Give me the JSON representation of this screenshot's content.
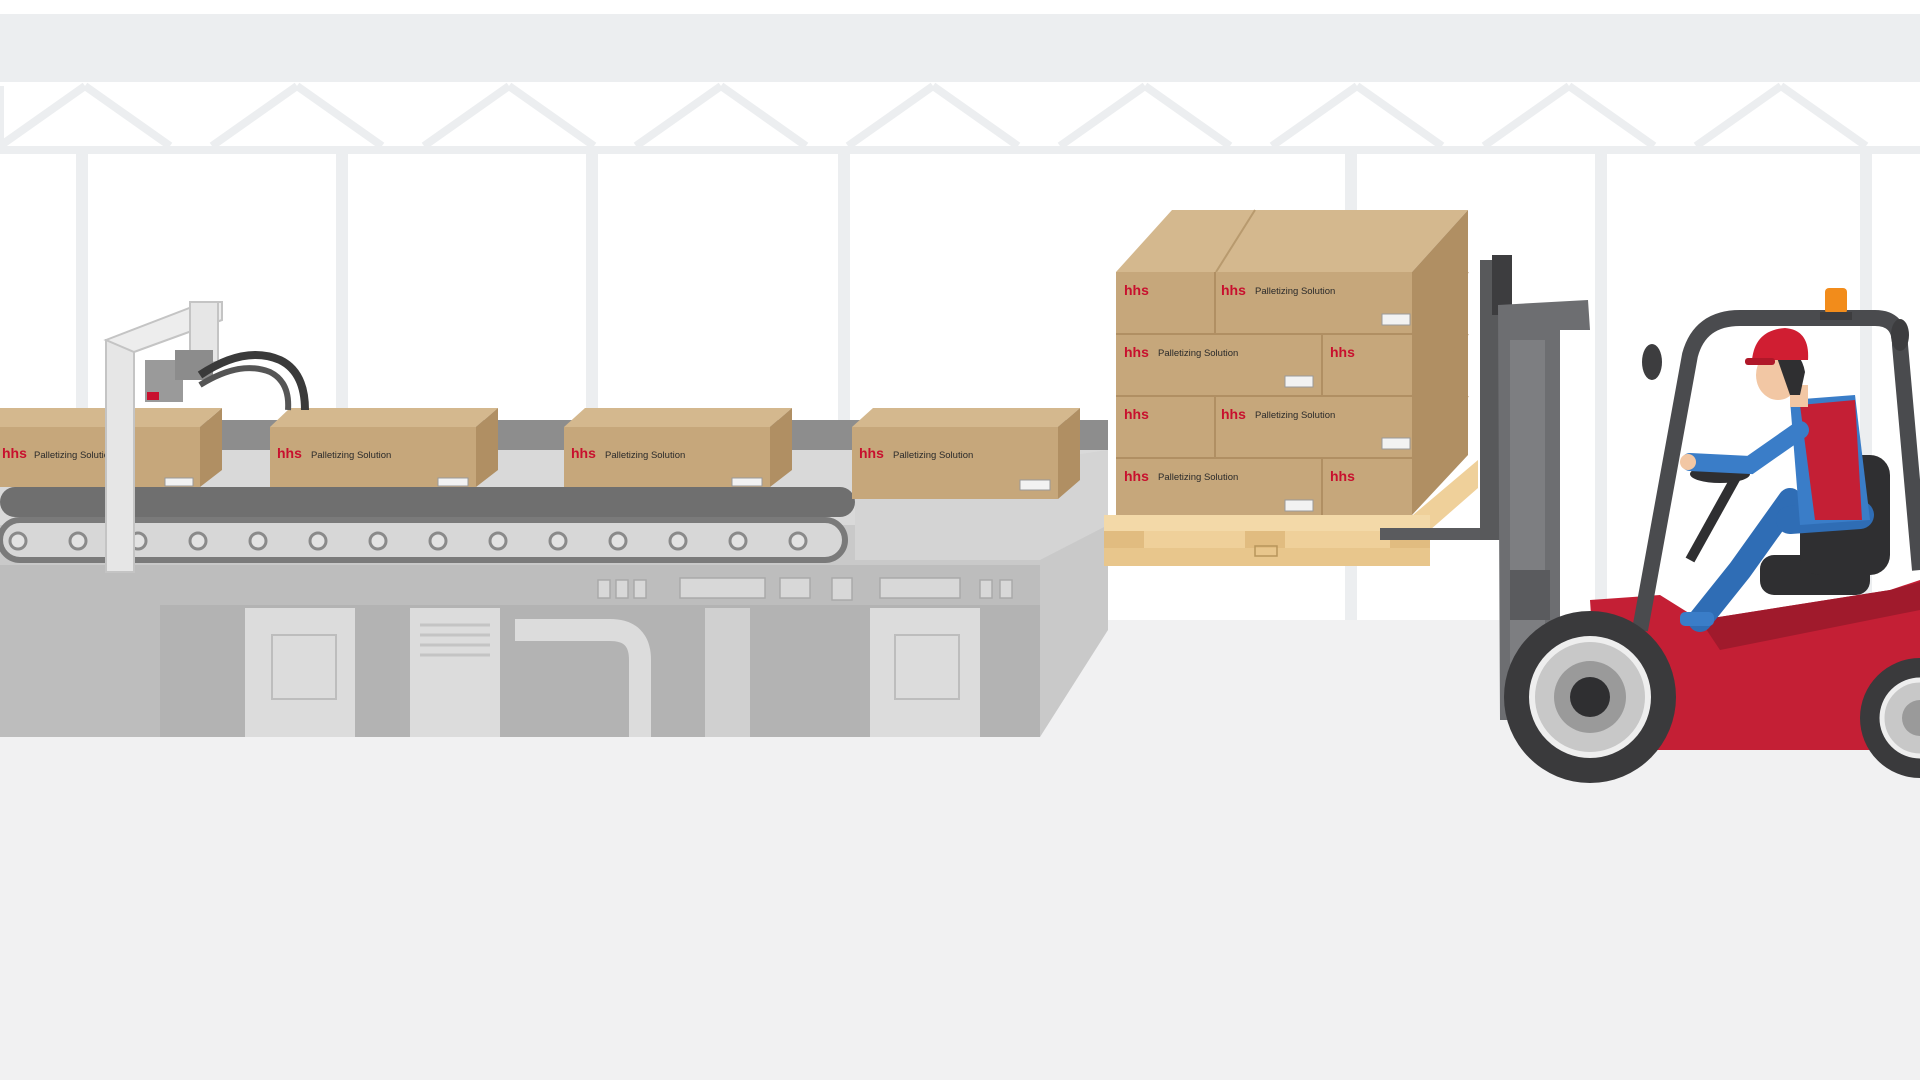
{
  "scene": {
    "description_kind": "warehouse-illustration",
    "colors": {
      "background": "#f1f1f2",
      "wall": "#ffffff",
      "beam": "#e9eaec",
      "box": "#c6a77b",
      "box_top": "#d4b88e",
      "box_side": "#b08f63",
      "brand": "#c8102e",
      "forklift_body": "#c41f35",
      "forklift_mast": "#6d6e71",
      "pallet": "#efd09a",
      "machine": "#bdbdbd"
    }
  },
  "boxes": {
    "logo": "hhs",
    "label": "Palletizing Solution"
  },
  "conveyor_boxes": [
    {
      "logo": "hhs",
      "label": "Palletizing Solution"
    },
    {
      "logo": "hhs",
      "label": "Palletizing Solution"
    },
    {
      "logo": "hhs",
      "label": "Palletizing Solution"
    },
    {
      "logo": "hhs",
      "label": "Palletizing Solution"
    }
  ],
  "pallet_boxes": [
    {
      "logo": "hhs",
      "label": "Palletizing Solution"
    },
    {
      "logo": "hhs",
      "label": "Palletizing Solution"
    },
    {
      "logo": "hhs",
      "label": "Palletizing Solution"
    },
    {
      "logo": "hhs",
      "label": "Palletizing Solution"
    },
    {
      "logo": "hhs",
      "label": ""
    },
    {
      "logo": "hhs",
      "label": ""
    },
    {
      "logo": "hhs",
      "label": ""
    },
    {
      "logo": "hhs",
      "label": ""
    }
  ]
}
